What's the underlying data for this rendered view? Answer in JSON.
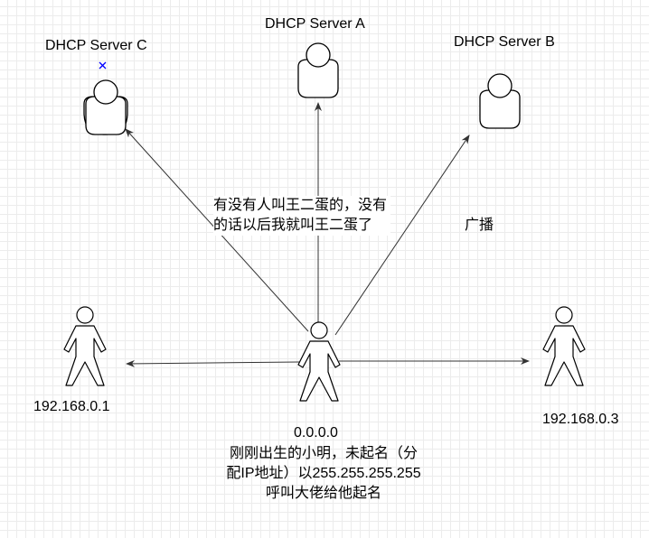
{
  "servers": [
    {
      "id": "C",
      "label": "DHCP Server C"
    },
    {
      "id": "A",
      "label": "DHCP Server A"
    },
    {
      "id": "B",
      "label": "DHCP Server B"
    }
  ],
  "message": "有没有人叫王二蛋的，没有的话以后我就叫王二蛋了",
  "broadcast_label": "广播",
  "clients": [
    {
      "id": "left",
      "ip": "192.168.0.1"
    },
    {
      "id": "right",
      "ip": "192.168.0.3"
    }
  ],
  "newcomer": {
    "ip": "0.0.0.0",
    "description": "刚刚出生的小明，未起名（分配IP地址）以255.255.255.255呼叫大佬给他起名"
  },
  "colors": {
    "edge": "#333333",
    "figure_stroke": "#000000",
    "figure_fill": "#ffffff",
    "marker": "#0000ff"
  },
  "icons": [
    "server-user-icon",
    "person-icon",
    "x-marker-icon"
  ]
}
